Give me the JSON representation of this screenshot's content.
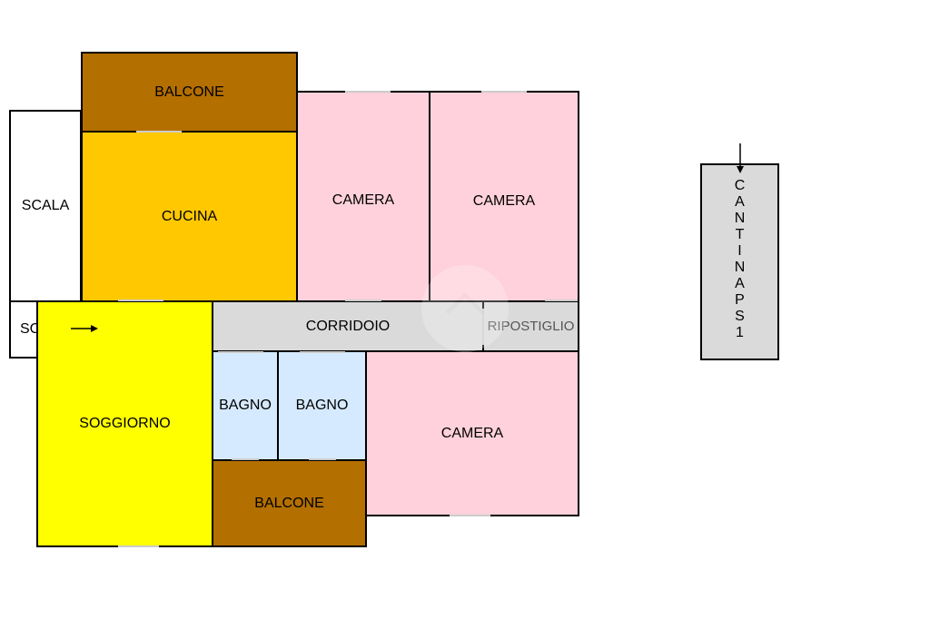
{
  "colors": {
    "balcone": "#b36f00",
    "cucina": "#ffc800",
    "camera": "#ffd1dc",
    "soggiorno": "#ffff00",
    "bagno": "#d6eaff",
    "corridoio": "#dadada",
    "scala": "#ffffff",
    "cantina": "#dadada"
  },
  "rooms": {
    "balcone_top": "BALCONE",
    "cucina": "CUCINA",
    "camera_1": "CAMERA",
    "camera_2": "CAMERA",
    "scala_upper": "SCALA",
    "scala_lower": "SCALA",
    "corridoio": "CORRIDOIO",
    "ripostiglio": "RIPOSTIGLIO",
    "soggiorno": "SOGGIORNO",
    "bagno_1": "BAGNO",
    "bagno_2": "BAGNO",
    "camera_3": "CAMERA",
    "balcone_bottom": "BALCONE",
    "cantina": "CANTINA PS1"
  }
}
